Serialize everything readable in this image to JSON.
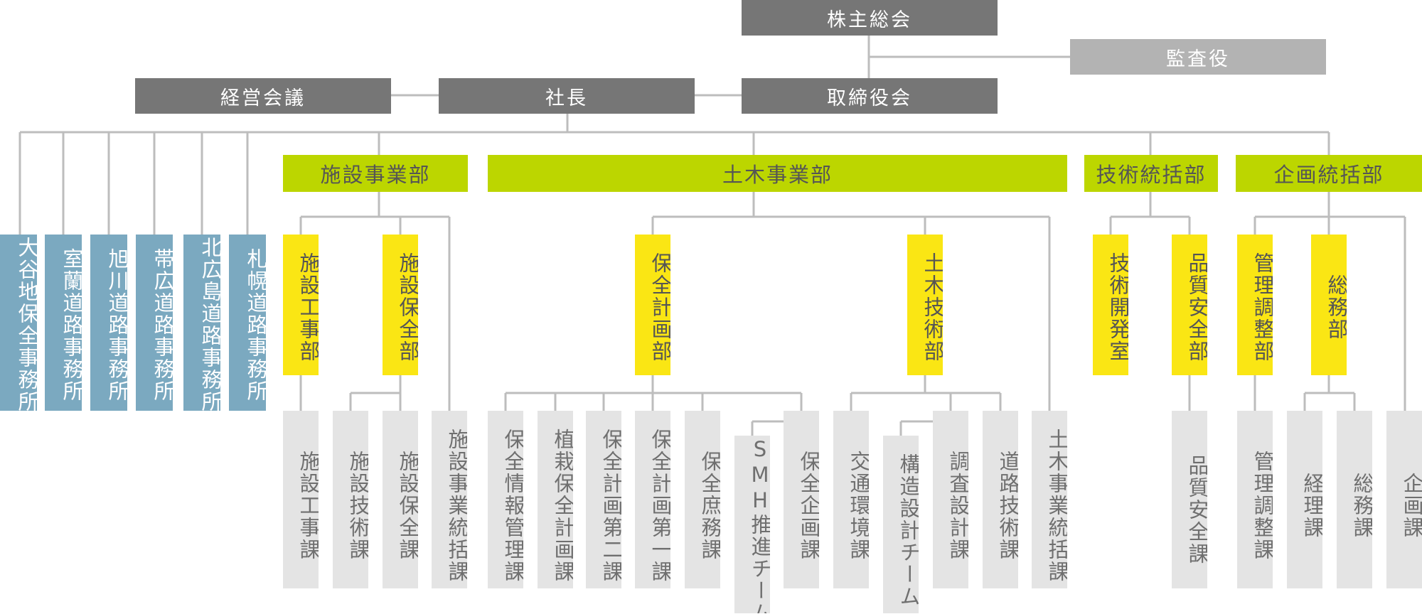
{
  "governance": {
    "shareholders": "株主総会",
    "auditor": "監査役",
    "board": "取締役会",
    "president": "社長",
    "management_meeting": "経営会議"
  },
  "branches": [
    "大谷地保全事務所",
    "室蘭道路事務所",
    "旭川道路事務所",
    "帯広道路事務所",
    "北広島道路事務所",
    "札幌道路事務所"
  ],
  "divisions": {
    "facilities": "施設事業部",
    "civil": "土木事業部",
    "tech": "技術統括部",
    "planning": "企画統括部"
  },
  "departments": {
    "fac_construction": "施設工事部",
    "fac_maintenance": "施設保全部",
    "maint_planning": "保全計画部",
    "civil_tech": "土木技術部",
    "tech_dev": "技術開発室",
    "quality_safety": "品質安全部",
    "mgmt_adjust": "管理調整部",
    "general_affairs": "総務部"
  },
  "sections": {
    "fac_construction_sec": "施設工事課",
    "fac_tech_sec": "施設技術課",
    "fac_maint_sec": "施設保全課",
    "fac_biz_sec": "施設事業統括課",
    "maint_info_sec": "保全情報管理課",
    "planting_sec": "植栽保全計画課",
    "maint_plan2_sec": "保全計画第二課",
    "maint_plan1_sec": "保全計画第一課",
    "maint_admin_sec": "保全庶務課",
    "smh_team": "SMH推進チーム",
    "maint_kikaku_sec": "保全企画課",
    "traffic_sec": "交通環境課",
    "structure_team": "構造設計チーム",
    "survey_sec": "調査設計課",
    "road_tech_sec": "道路技術課",
    "civil_biz_sec": "土木事業統括課",
    "quality_sec": "品質安全課",
    "mgmt_adjust_sec": "管理調整課",
    "accounting_sec": "経理課",
    "general_sec": "総務課",
    "planning_sec": "企画課"
  }
}
